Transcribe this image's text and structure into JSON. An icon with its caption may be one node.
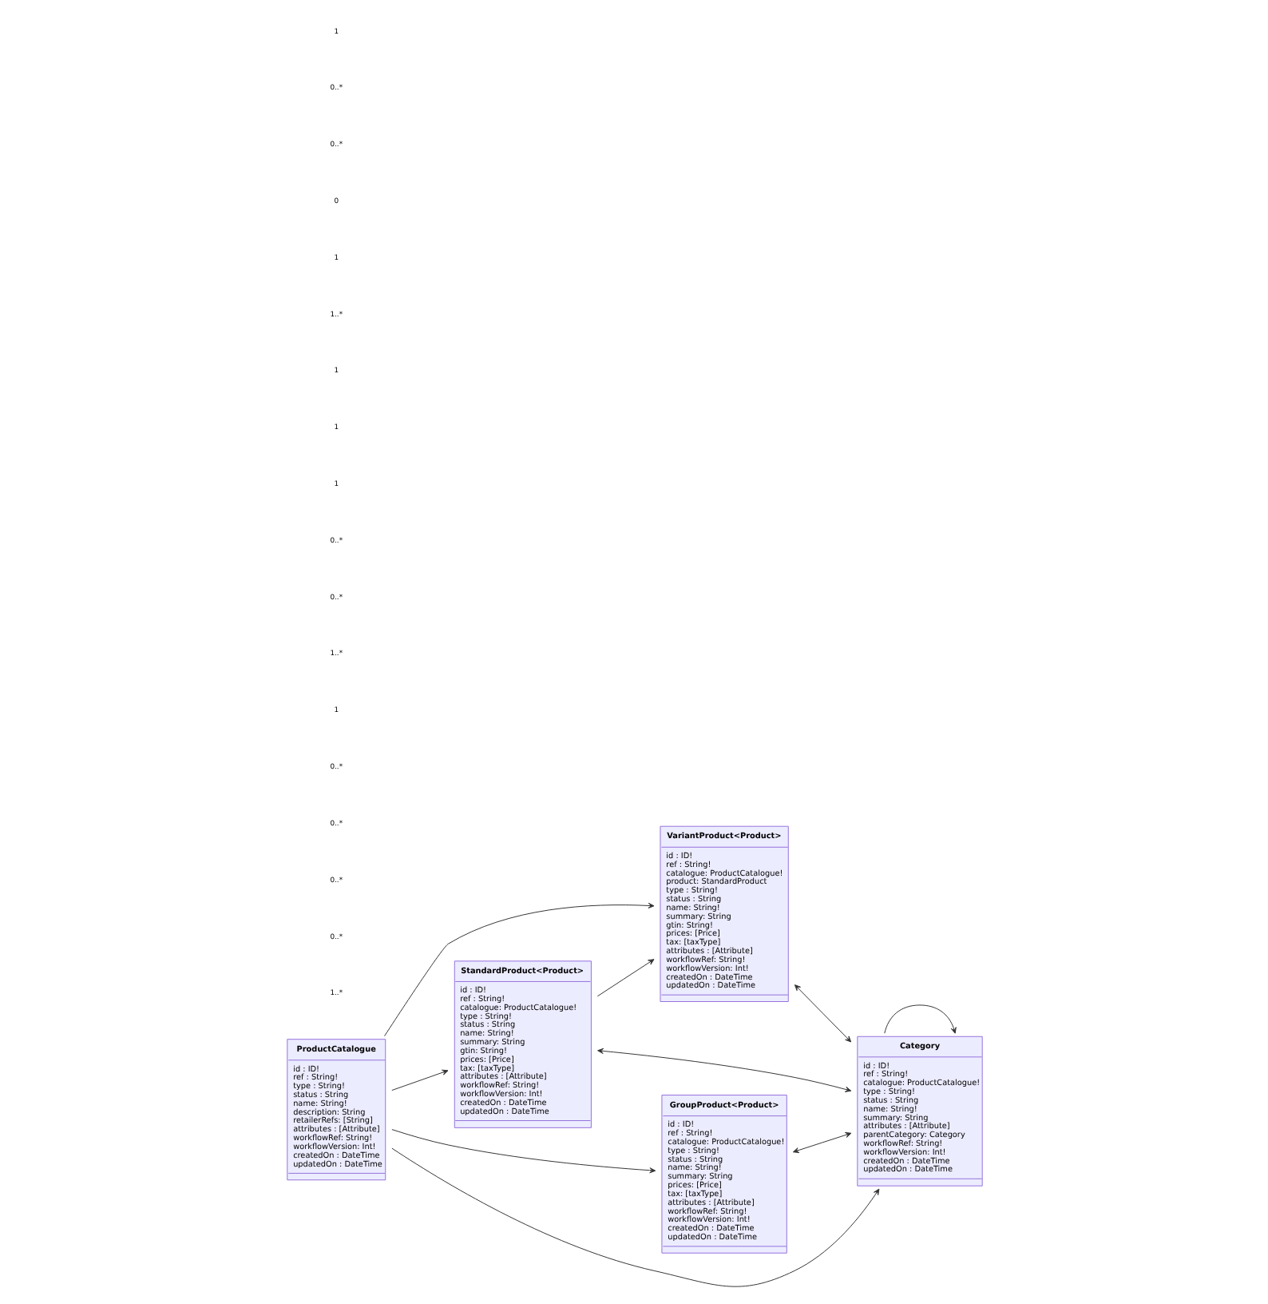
{
  "diagram": {
    "nodes": [
      {
        "text": [
          "ProductCatalogue",
          "id : ID!",
          "ref : String!",
          "type : String!",
          "status : String",
          "name: String!",
          "description: String",
          "retailerRefs: [String]",
          "attributes : [Attribute]",
          "workflowRef: String!",
          "workflowVersion: Int!",
          "createdOn : DateTime",
          "updatedOn : DateTime"
        ]
      },
      {
        "text": [
          "StandardProduct<Product>",
          "id : ID!",
          "ref : String!",
          "catalogue: ProductCatalogue!",
          "type : String!",
          "status : String",
          "name: String!",
          "summary: String",
          "gtin: String!",
          "prices: [Price]",
          "tax: [taxType]",
          "attributes : [Attribute]",
          "workflowRef: String!",
          "workflowVersion: Int!",
          "createdOn : DateTime",
          "updatedOn : DateTime"
        ]
      },
      {
        "text": [
          "VariantProduct<Product>",
          "id : ID!",
          "ref : String!",
          "catalogue: ProductCatalogue!",
          "product: StandardProduct",
          "type : String!",
          "status : String",
          "name: String!",
          "summary: String",
          "gtin: String!",
          "prices: [Price]",
          "tax: [taxType]",
          "attributes : [Attribute]",
          "workflowRef: String!",
          "workflowVersion: Int!",
          "createdOn : DateTime",
          "updatedOn : DateTime"
        ]
      },
      {
        "text": [
          "GroupProduct<Product>",
          "id : ID!",
          "ref : String!",
          "catalogue: ProductCatalogue!",
          "type : String!",
          "status : String",
          "name: String!",
          "summary: String",
          "prices: [Price]",
          "tax: [taxType]",
          "attributes : [Attribute]",
          "workflowRef: String!",
          "workflowVersion: Int!",
          "createdOn : DateTime",
          "updatedOn : DateTime"
        ]
      },
      {
        "text": [
          "Category",
          "id : ID!",
          "ref : String!",
          "catalogue: ProductCatalogue!",
          "type : String!",
          "status : String",
          "name: String!",
          "summary: String",
          "attributes : [Attribute]",
          "parentCategory: Category",
          "workflowRef: String!",
          "workflowVersion: Int!",
          "createdOn : DateTime",
          "updatedOn : DateTime"
        ]
      }
    ],
    "edges": [
      {
        "from": 0,
        "to": 4,
        "arrow": "to"
      },
      {
        "from": 0,
        "to": 1,
        "arrow": "to"
      },
      {
        "from": 1,
        "to": 4,
        "arrow": "both"
      },
      {
        "from": 0,
        "to": 2,
        "arrow": "to"
      },
      {
        "from": 1,
        "to": 2,
        "arrow": "to"
      },
      {
        "from": 2,
        "to": 4,
        "arrow": "both"
      },
      {
        "from": 0,
        "to": 3,
        "arrow": "to"
      },
      {
        "from": 3,
        "to": 4,
        "arrow": "both"
      },
      {
        "from": 4,
        "to": 4,
        "arrow": "to"
      }
    ],
    "labels": [
      "1",
      "0..*",
      "0..*",
      "0",
      "1",
      "1..*",
      "1",
      "1",
      "1",
      "0..*",
      "0..*",
      "1..*",
      "1",
      "0..*",
      "0..*",
      "0..*",
      "0..*",
      "1..*"
    ]
  }
}
